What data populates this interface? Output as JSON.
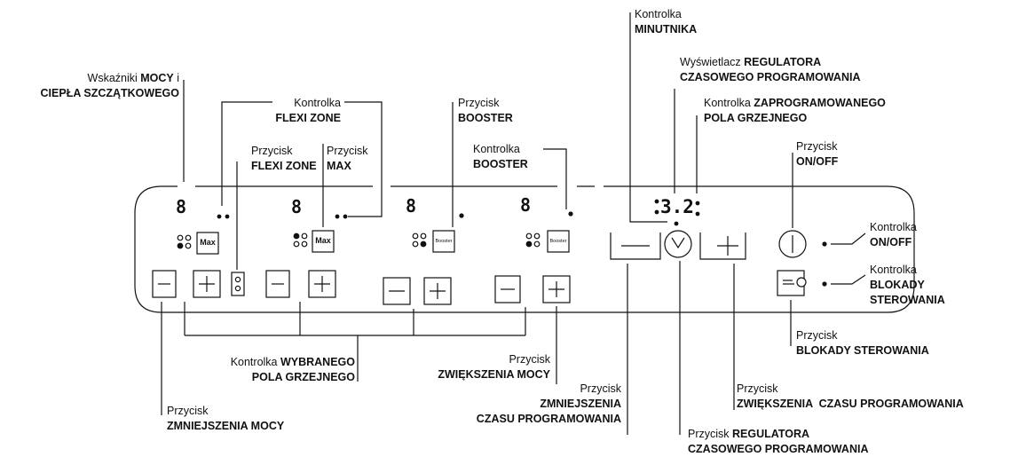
{
  "panel": {
    "zone_digits": [
      "8",
      "8",
      "8",
      "8"
    ],
    "timer_display": "3.2",
    "key_max": "Max",
    "key_booster": "Booster"
  },
  "labels": {
    "power_indicators": {
      "a": "Wskaźniki ",
      "b": "MOCY",
      "c": " i",
      "d": "CIEPŁA SZCZĄTKOWEGO"
    },
    "flexi_indicator": {
      "a": "Kontrolka",
      "b": "FLEXI ZONE"
    },
    "flexi_button": {
      "a": "Przycisk",
      "b": "FLEXI ZONE"
    },
    "max_button": {
      "a": "Przycisk",
      "b": "MAX"
    },
    "booster_button": {
      "a": "Przycisk",
      "b": "BOOSTER"
    },
    "booster_indicator": {
      "a": "Kontrolka",
      "b": "BOOSTER"
    },
    "timer_indicator": {
      "a": "Kontrolka",
      "b": "MINUTNIKA"
    },
    "timer_display": {
      "a": "Wyświetlacz ",
      "b": "REGULATORA",
      "c": "CZASOWEGO PROGRAMOWANIA"
    },
    "programmed_zone": {
      "a": "Kontrolka ",
      "b": "ZAPROGRAMOWANEGO",
      "c": "POLA GRZEJNEGO"
    },
    "onoff_button": {
      "a": "Przycisk",
      "b": "ON/OFF"
    },
    "onoff_indicator": {
      "a": "Kontrolka",
      "b": "ON/OFF"
    },
    "lock_indicator": {
      "a": "Kontrolka",
      "b": "BLOKADY",
      "c": "STEROWANIA"
    },
    "lock_button": {
      "a": "Przycisk",
      "b": "BLOKADY STEROWANIA"
    },
    "selected_zone": {
      "a": "Kontrolka ",
      "b": "WYBRANEGO",
      "c": "POLA GRZEJNEGO"
    },
    "increase_power": {
      "a": "Przycisk",
      "b": "ZWIĘKSZENIA MOCY"
    },
    "decrease_power": {
      "a": "Przycisk",
      "b": "ZMNIEJSZENIA MOCY"
    },
    "decrease_time": {
      "a": "Przycisk",
      "b": "ZMNIEJSZENIA",
      "c": "CZASU PROGRAMOWANIA"
    },
    "increase_time": {
      "a": "Przycisk",
      "b": "ZWIĘKSZENIA  CZASU PROGRAMOWANIA"
    },
    "timer_button": {
      "a": "Przycisk ",
      "b": "REGULATORA",
      "c": "CZASOWEGO PROGRAMOWANIA"
    }
  }
}
